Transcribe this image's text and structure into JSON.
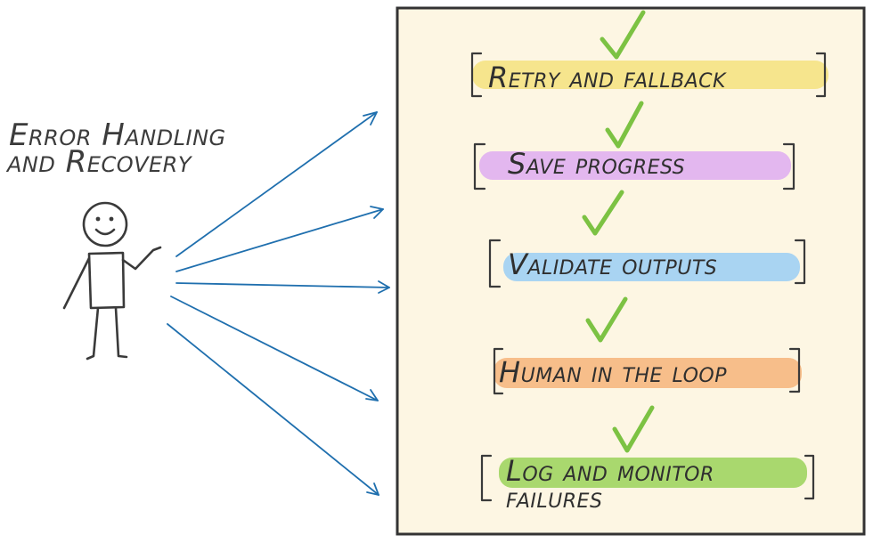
{
  "title": {
    "line1": "Error Handling",
    "line2": "and Recovery"
  },
  "steps": [
    {
      "label": "Retry and fallback",
      "label2": "",
      "highlight": "#f6e58d"
    },
    {
      "label": "Save progress",
      "label2": "",
      "highlight": "#e3b7ef"
    },
    {
      "label": "Validate outputs",
      "label2": "",
      "highlight": "#a9d4f2"
    },
    {
      "label": "Human in the loop",
      "label2": "",
      "highlight": "#f7be8a"
    },
    {
      "label": "Log and monitor",
      "label2": "failures",
      "highlight": "#a9d86e"
    }
  ],
  "colors": {
    "panel_fill": "#fdf6e3",
    "panel_border": "#333333",
    "arrow": "#1f6fae",
    "check": "#7cc243"
  }
}
